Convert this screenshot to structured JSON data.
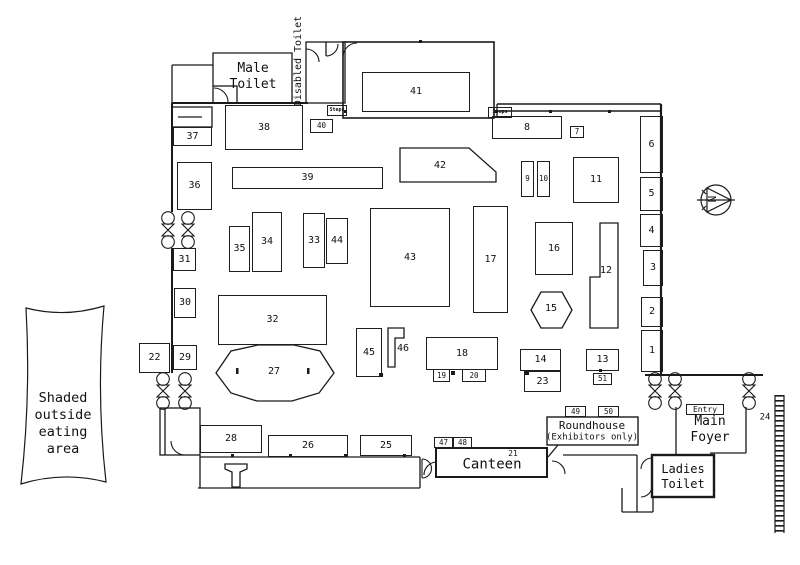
{
  "labels": {
    "male_toilet": "Male\nToilet",
    "disabled_toilet": "Disabled Toilet",
    "canteen": "Canteen",
    "roundhouse_title": "Roundhouse",
    "roundhouse_note": "(Exhibitors only)",
    "main_foyer": "Main\nFoyer",
    "entry": "Entry",
    "ladies_toilet": "Ladies\nToilet",
    "eating_area": "Shaded\noutside\neating\narea",
    "steps": "Steps",
    "north": "N"
  },
  "stands": {
    "s1": "1",
    "s2": "2",
    "s3": "3",
    "s4": "4",
    "s5": "5",
    "s6": "6",
    "s7": "7",
    "s8": "8",
    "s9": "9",
    "s10": "10",
    "s11": "11",
    "s12": "12",
    "s13": "13",
    "s14": "14",
    "s15": "15",
    "s16": "16",
    "s17": "17",
    "s18": "18",
    "s19": "19",
    "s20": "20",
    "s21": "21",
    "s22": "22",
    "s23": "23",
    "s24": "24",
    "s25": "25",
    "s26": "26",
    "s27": "27",
    "s28": "28",
    "s29": "29",
    "s30": "30",
    "s31": "31",
    "s32": "32",
    "s33": "33",
    "s34": "34",
    "s35": "35",
    "s36": "36",
    "s37": "37",
    "s38": "38",
    "s39": "39",
    "s40": "40",
    "s41": "41",
    "s42": "42",
    "s43": "43",
    "s44": "44",
    "s45": "45",
    "s46": "46",
    "s47": "47",
    "s48": "48",
    "s49": "49",
    "s50": "50",
    "s51": "51"
  }
}
